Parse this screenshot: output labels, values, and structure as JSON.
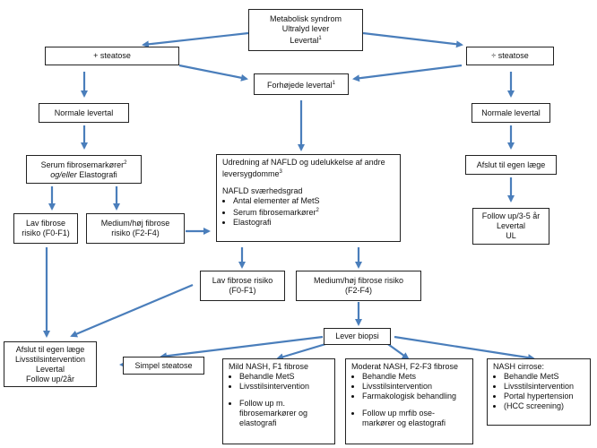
{
  "colors": {
    "arrow": "#4a7ebb",
    "border": "#222222"
  },
  "top": {
    "l1": "Metabolisk syndrom",
    "l2": "Ultralyd lever",
    "l3": "Levertal",
    "sup": "1"
  },
  "steatose_plus": "+ steatose",
  "steatose_minus": "÷ steatose",
  "forhojede": {
    "text": "Forhøjede levertal",
    "sup": "1"
  },
  "normale_left": "Normale levertal",
  "normale_right": "Normale levertal",
  "serum": {
    "l1": "Serum fibrosemarkører",
    "sup": "2",
    "l2a": "og/eller",
    "l2b": " Elastografi"
  },
  "afslut_egen": "Afslut til egen læge",
  "follow_right": {
    "l1": "Follow up/3-5 år",
    "l2": "Levertal",
    "l3": "UL"
  },
  "udredning": {
    "title": "Udredning af NAFLD og udelukkelse af andre leversygdomme",
    "title_sup": "3",
    "sub": "NAFLD sværhedsgrad",
    "items": [
      "Antal elementer af MetS",
      "Serum fibrosemarkører",
      "Elastografi"
    ],
    "item_sup": "2"
  },
  "lav_left": {
    "l1": "Lav fibrose",
    "l2": "risiko  (F0-F1)"
  },
  "medium_left": {
    "l1": "Medium/høj fibrose",
    "l2": "risiko (F2-F4)"
  },
  "lav_mid": {
    "l1": "Lav fibrose risiko",
    "l2": "(F0-F1)"
  },
  "medium_mid": {
    "l1": "Medium/høj fibrose risiko",
    "l2": "(F2-F4)"
  },
  "lever_biopsi": "Lever biopsi",
  "afslut_bottom": {
    "l1": "Afslut til egen læge",
    "l2": "Livsstilsintervention",
    "l3": "Levertal",
    "l4": "Follow up/2år"
  },
  "simpel": "Simpel steatose",
  "mild": {
    "title": "Mild NASH, F1 fibrose",
    "items": [
      "Behandle MetS",
      "Livsstilsintervention"
    ],
    "items2": [
      "Follow up m. fibrosemarkører og elastografi"
    ]
  },
  "moderat": {
    "title": "Moderat NASH, F2-F3 fibrose",
    "items": [
      "Behandle Mets",
      "Livsstilsintervention",
      "Farmakologisk behandling"
    ],
    "items2": [
      "Follow up mrfib ose-markører og elastografi"
    ]
  },
  "cirrose": {
    "title": "NASH cirrose:",
    "items": [
      "Behandle MetS",
      "Livsstilsintervention",
      "Portal hypertension",
      "(HCC screening)"
    ]
  }
}
